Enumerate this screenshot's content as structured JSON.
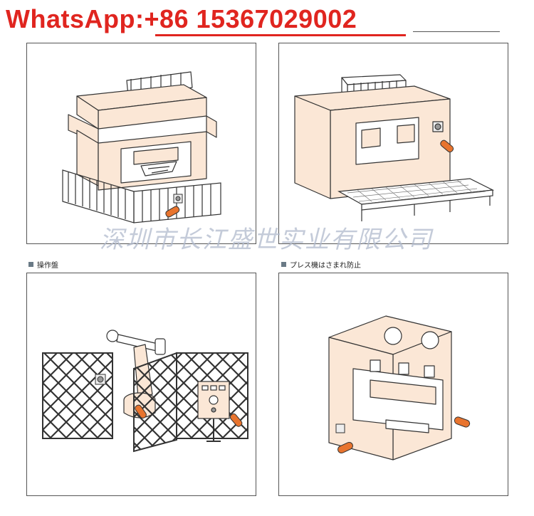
{
  "header": {
    "contact": "WhatsApp:+86 15367029002"
  },
  "watermark": {
    "text": "深圳市长江盛世实业有限公司"
  },
  "captions": {
    "operation_panel": "操作盤",
    "press_pinch_prevention": "プレス機はさまれ防止"
  },
  "colors": {
    "accent": "#e0251f",
    "machine_fill": "#fbe7d6",
    "outline": "#333333",
    "switch_orange": "#e8742e",
    "watermark": "#b0bacc"
  },
  "icons": [
    "machine-illustration",
    "door-switch",
    "guard-fence",
    "control-box",
    "press-machine"
  ]
}
